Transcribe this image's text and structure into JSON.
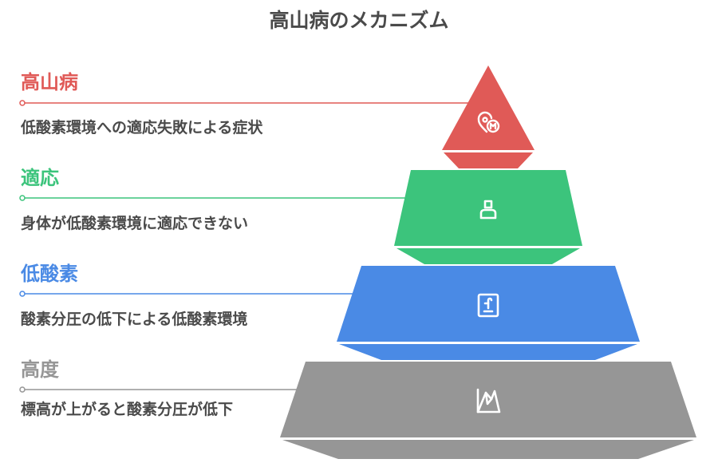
{
  "title": "高山病のメカニズム",
  "levels": [
    {
      "title": "高山病",
      "description": "低酸素環境への適応失敗による症状",
      "color": "#e05a57",
      "icon": "map-pin-marker-icon"
    },
    {
      "title": "適応",
      "description": "身体が低酸素環境に適応できない",
      "color": "#3cc47c",
      "icon": "person-icon"
    },
    {
      "title": "低酸素",
      "description": "酸素分圧の低下による低酸素環境",
      "color": "#4a8ae5",
      "icon": "oxygen-gauge-icon"
    },
    {
      "title": "高度",
      "description": "標高が上がると酸素分圧が低下",
      "color": "#969696",
      "icon": "mountain-icon"
    }
  ]
}
